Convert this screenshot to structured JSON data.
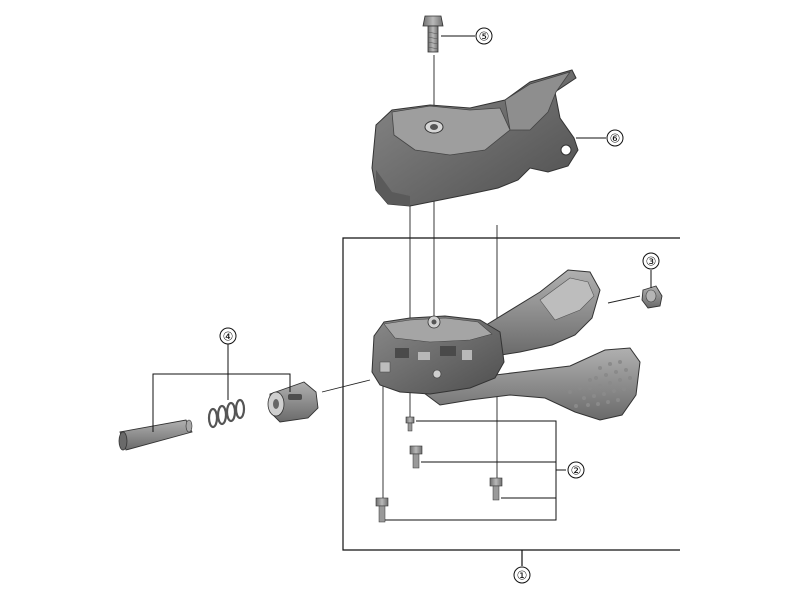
{
  "callouts": [
    {
      "id": "callout-1",
      "label": "①"
    },
    {
      "id": "callout-2",
      "label": "②"
    },
    {
      "id": "callout-3",
      "label": "③"
    },
    {
      "id": "callout-4",
      "label": "④"
    },
    {
      "id": "callout-5",
      "label": "⑤"
    },
    {
      "id": "callout-6",
      "label": "⑥"
    }
  ],
  "colors": {
    "part_dark": "#5c5c5c",
    "part_mid": "#7d7d7d",
    "part_light": "#a8a8a8",
    "part_highlight": "#c6c6c6",
    "line": "#111111"
  }
}
